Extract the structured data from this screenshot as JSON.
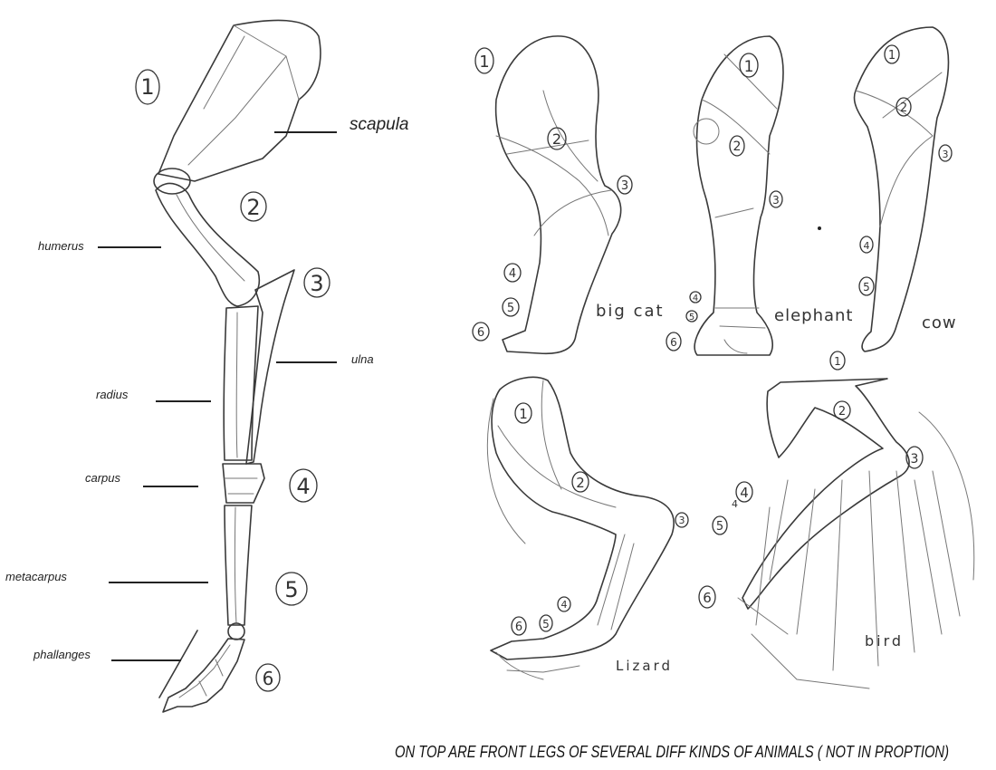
{
  "main_leg": {
    "labels": {
      "scapula": "scapula",
      "humerus": "humerus",
      "ulna": "ulna",
      "radius": "radius",
      "carpus": "carpus",
      "metacarpus": "metacarpus",
      "phallanges": "phallanges"
    },
    "numbers": [
      "1",
      "2",
      "3",
      "4",
      "5",
      "6"
    ]
  },
  "animals": {
    "big_cat": {
      "label": "big cat",
      "numbers": [
        "1",
        "2",
        "3",
        "4",
        "5",
        "6"
      ]
    },
    "elephant": {
      "label": "elephant",
      "numbers": [
        "1",
        "2",
        "3",
        "4",
        "5",
        "6"
      ]
    },
    "cow": {
      "label": "cow",
      "numbers": [
        "1",
        "2",
        "3",
        "4",
        "5",
        "1"
      ]
    },
    "lizard": {
      "label": "Lizard",
      "numbers": [
        "1",
        "2",
        "3",
        "4",
        "5",
        "6"
      ]
    },
    "bird": {
      "label": "bird",
      "numbers": [
        "1",
        "2",
        "3",
        "4",
        "5",
        "6"
      ]
    }
  },
  "caption": "ON TOP ARE FRONT LEGS OF SEVERAL DIFF KINDS OF ANIMALS ( NOT IN PROPTION)"
}
